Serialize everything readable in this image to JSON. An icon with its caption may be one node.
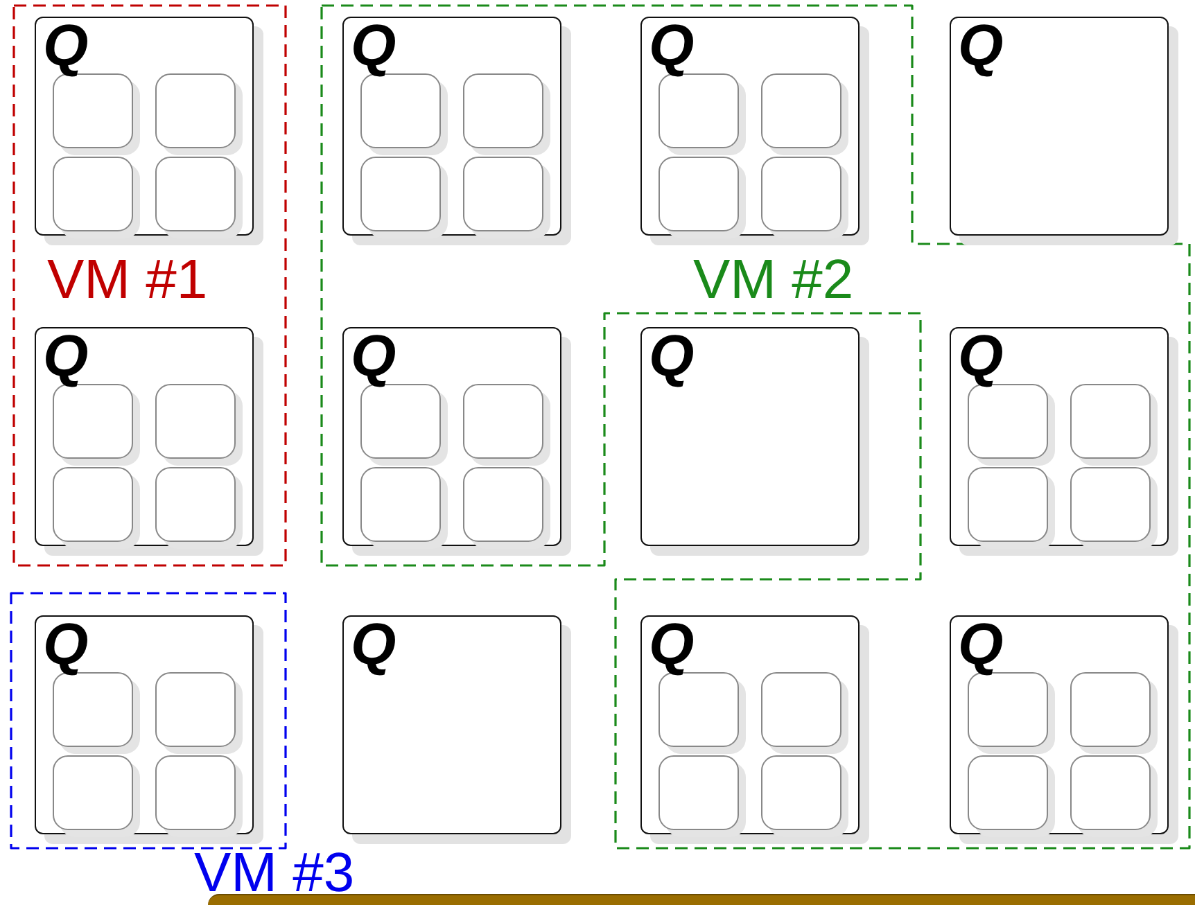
{
  "diagram": {
    "nodes": [
      {
        "text": [
          "VM #1"
        ]
      },
      {
        "text": [
          "VM #2"
        ]
      },
      {
        "text": [
          "VM #3"
        ]
      },
      {
        "text": [
          "Q"
        ],
        "in": 0
      },
      {
        "text": [],
        "shape": "box",
        "in": 3
      },
      {
        "text": [],
        "shape": "box",
        "in": 3
      },
      {
        "text": [],
        "shape": "box",
        "in": 3
      },
      {
        "text": [],
        "shape": "box",
        "in": 3
      },
      {
        "text": [
          "Q"
        ],
        "in": 1
      },
      {
        "text": [],
        "shape": "box",
        "in": 8
      },
      {
        "text": [],
        "shape": "box",
        "in": 8
      },
      {
        "text": [],
        "shape": "box",
        "in": 8
      },
      {
        "text": [],
        "shape": "box",
        "in": 8
      },
      {
        "text": [
          "Q"
        ],
        "in": 1
      },
      {
        "text": [],
        "shape": "box",
        "in": 13
      },
      {
        "text": [],
        "shape": "box",
        "in": 13
      },
      {
        "text": [],
        "shape": "box",
        "in": 13
      },
      {
        "text": [],
        "shape": "box",
        "in": 13
      },
      {
        "text": [
          "Q"
        ]
      },
      {
        "text": [
          "Q"
        ],
        "in": 0
      },
      {
        "text": [],
        "shape": "box",
        "in": 19
      },
      {
        "text": [],
        "shape": "box",
        "in": 19
      },
      {
        "text": [],
        "shape": "box",
        "in": 19
      },
      {
        "text": [],
        "shape": "box",
        "in": 19
      },
      {
        "text": [
          "Q"
        ],
        "in": 1
      },
      {
        "text": [],
        "shape": "box",
        "in": 24
      },
      {
        "text": [],
        "shape": "box",
        "in": 24
      },
      {
        "text": [],
        "shape": "box",
        "in": 24
      },
      {
        "text": [],
        "shape": "box",
        "in": 24
      },
      {
        "text": [
          "Q"
        ]
      },
      {
        "text": [
          "Q"
        ],
        "in": 1
      },
      {
        "text": [],
        "shape": "box",
        "in": 30
      },
      {
        "text": [],
        "shape": "box",
        "in": 30
      },
      {
        "text": [],
        "shape": "box",
        "in": 30
      },
      {
        "text": [],
        "shape": "box",
        "in": 30
      },
      {
        "text": [
          "Q"
        ],
        "in": 2
      },
      {
        "text": [],
        "shape": "box",
        "in": 35
      },
      {
        "text": [],
        "shape": "box",
        "in": 35
      },
      {
        "text": [],
        "shape": "box",
        "in": 35
      },
      {
        "text": [],
        "shape": "box",
        "in": 35
      },
      {
        "text": [
          "Q"
        ]
      },
      {
        "text": [
          "Q"
        ],
        "in": 1
      },
      {
        "text": [],
        "shape": "box",
        "in": 41
      },
      {
        "text": [],
        "shape": "box",
        "in": 41
      },
      {
        "text": [],
        "shape": "box",
        "in": 41
      },
      {
        "text": [],
        "shape": "box",
        "in": 41
      },
      {
        "text": [
          "Q"
        ],
        "in": 1
      },
      {
        "text": [],
        "shape": "box",
        "in": 46
      },
      {
        "text": [],
        "shape": "box",
        "in": 46
      },
      {
        "text": [],
        "shape": "box",
        "in": 46
      },
      {
        "text": [],
        "shape": "box",
        "in": 46
      }
    ]
  }
}
